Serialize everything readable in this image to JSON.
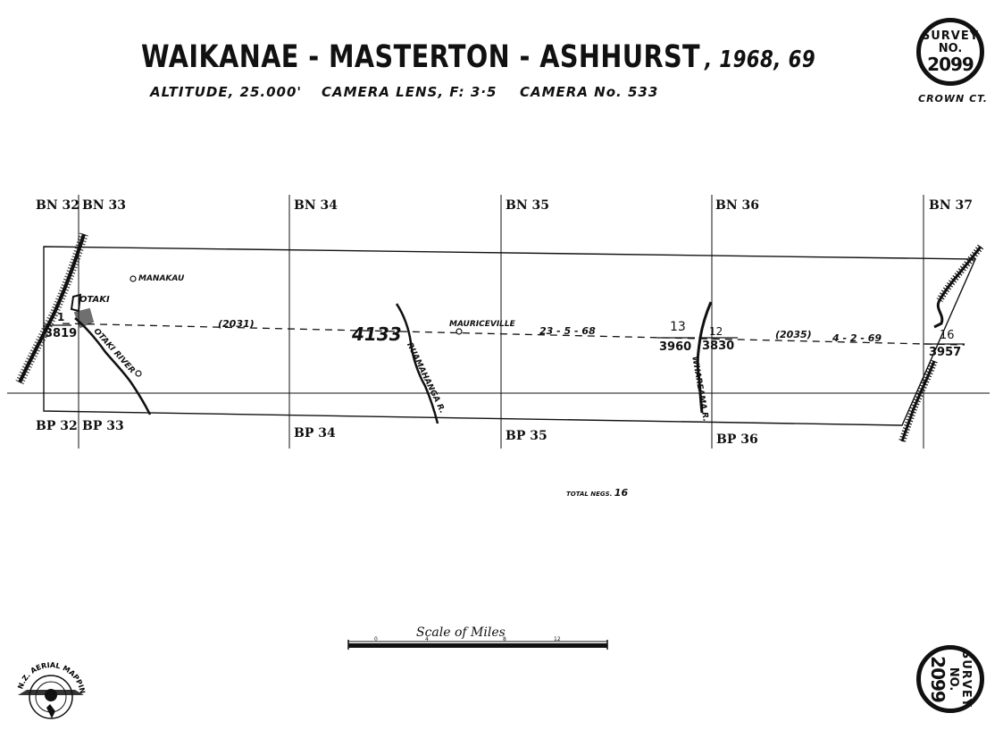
{
  "header": {
    "title": "WAIKANAE - MASTERTON - ASHHURST",
    "title_year": ", 1968, 69",
    "altitude": "ALTITUDE, 25.000'",
    "camera_lens": "CAMERA LENS, F: 3·5",
    "camera_no": "CAMERA No. 533"
  },
  "seal_top": {
    "line1": "SURVEY",
    "line2": "NO.",
    "number": "2099"
  },
  "seal_bottom": {
    "line1": "SURVEY",
    "line2": "NO.",
    "number": "2099"
  },
  "crown": "CROWN CT.",
  "grid_top": [
    "BN 32",
    "BN 33",
    "BN 34",
    "BN 35",
    "BN 36",
    "BN 37"
  ],
  "grid_bottom": [
    "BP 32",
    "BP 33",
    "BP 34",
    "BP 35",
    "BP 36"
  ],
  "places": {
    "manakau": "MANAKAU",
    "otaki": "OTAKI",
    "mauriceville": "MAURICEVILLE"
  },
  "rivers": {
    "otaki": "OTAKI RIVER",
    "ruamahanga": "RUAMAHANGA R.",
    "whareama": "WHAREAMA R."
  },
  "flight": {
    "run_start_frame": "1",
    "run_start_film": "3819",
    "run_a": "(2031)",
    "run_b": "4133",
    "date_a": "23 - 5 - 68",
    "frame_13": "13",
    "film_3960": "3960",
    "frame_12": "12",
    "film_3830": "3830",
    "run_c": "(2035)",
    "date_b": "4 - 2 - 69",
    "frame_16": "16",
    "film_3957": "3957"
  },
  "total_negs_label": "TOTAL NEGS.",
  "total_negs_value": "16",
  "scale": {
    "label": "Scale of Miles",
    "ticks": [
      "0",
      "4",
      "8",
      "12"
    ]
  },
  "logo": {
    "text": "N.Z. AERIAL MAPPING LTD."
  }
}
